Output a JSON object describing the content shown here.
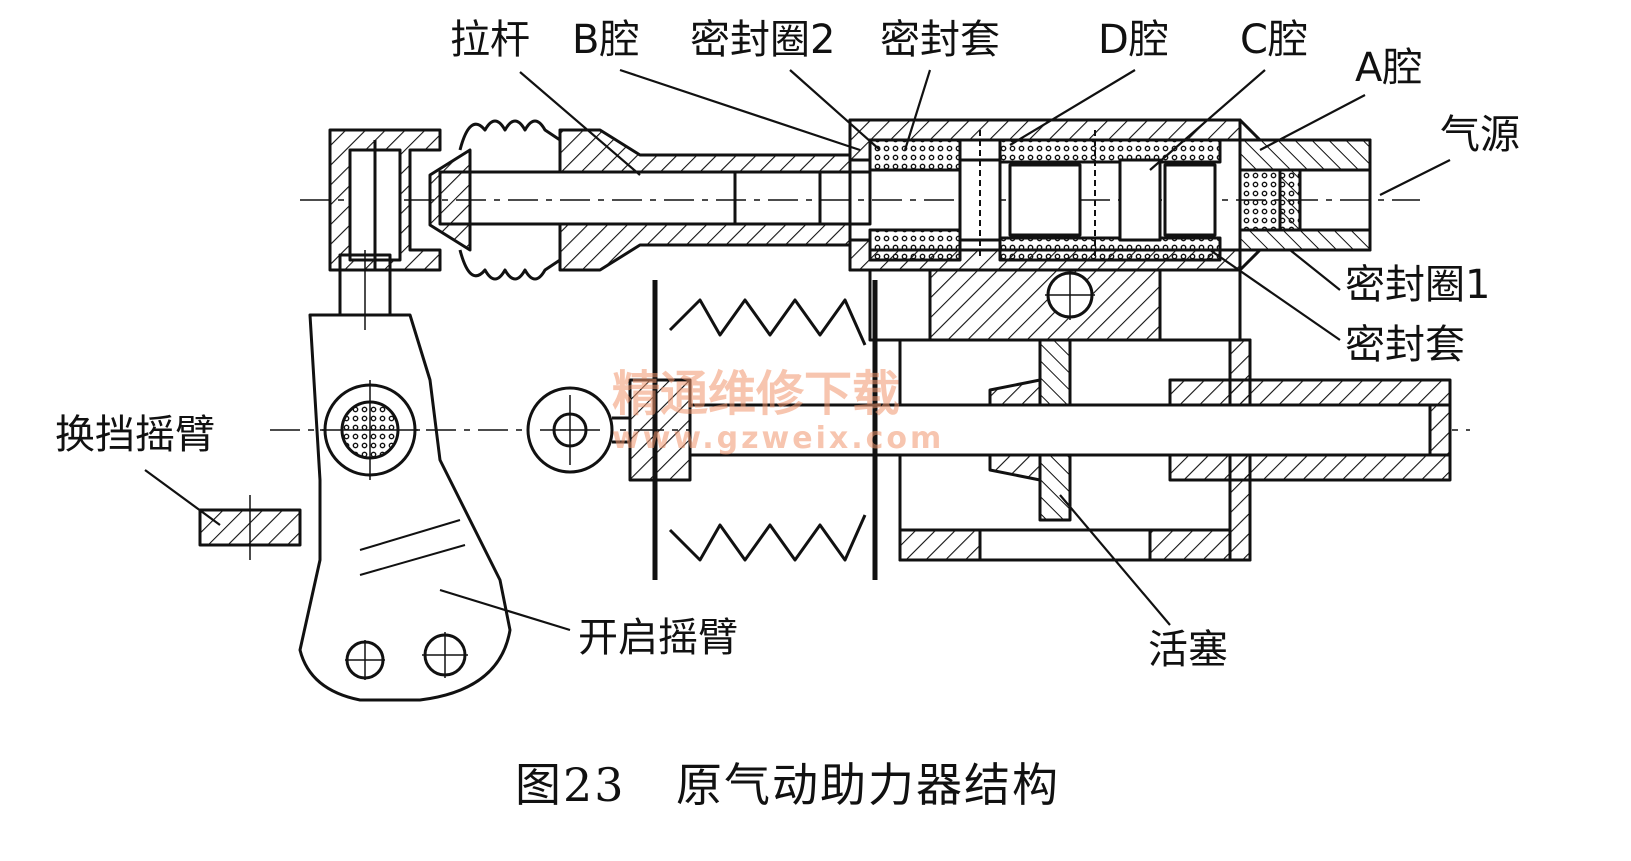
{
  "labels": {
    "pull_rod": "拉杆",
    "chamber_b": "B腔",
    "seal_ring_2": "密封圈2",
    "seal_sleeve_top": "密封套",
    "chamber_d": "D腔",
    "chamber_c": "C腔",
    "chamber_a": "A腔",
    "air_source": "气源",
    "seal_ring_1": "密封圈1",
    "seal_sleeve_right": "密封套",
    "shift_rocker_arm": "换挡摇臂",
    "opening_rocker_arm": "开启摇臂",
    "piston": "活塞"
  },
  "caption": {
    "figure_number": "图23",
    "title": "原气动助力器结构"
  },
  "watermark": {
    "line1": "精通维修下载",
    "line2": "www.gzweix.com"
  },
  "colors": {
    "ink": "#111111",
    "background": "#ffffff",
    "watermark": "#f0966e"
  }
}
